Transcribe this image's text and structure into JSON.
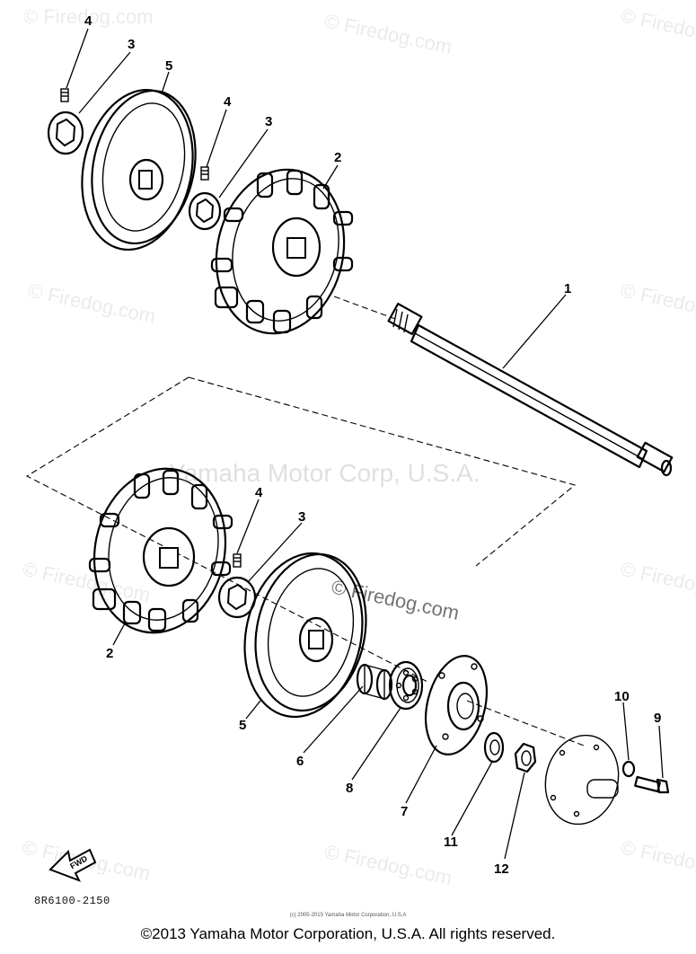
{
  "watermark": {
    "brand": "© Firedog.com",
    "center_text": "Yamaha Motor Corp, U.S.A."
  },
  "callouts": {
    "c1": "1",
    "c2_top": "2",
    "c2_bottom": "2",
    "c3_top_left": "3",
    "c3_top_mid": "3",
    "c3_bottom": "3",
    "c4_top_left": "4",
    "c4_top_mid": "4",
    "c4_bottom": "4",
    "c5_top": "5",
    "c5_bottom": "5",
    "c6": "6",
    "c7": "7",
    "c8": "8",
    "c9": "9",
    "c10": "10",
    "c11": "11",
    "c12": "12"
  },
  "fwd_label": "FWD",
  "part_number": "8R6100-2150",
  "small_credit": "(c) 2005-2015 Yamaha Motor Corporation, U.S.A",
  "copyright": "©2013 Yamaha Motor Corporation, U.S.A. All rights reserved."
}
